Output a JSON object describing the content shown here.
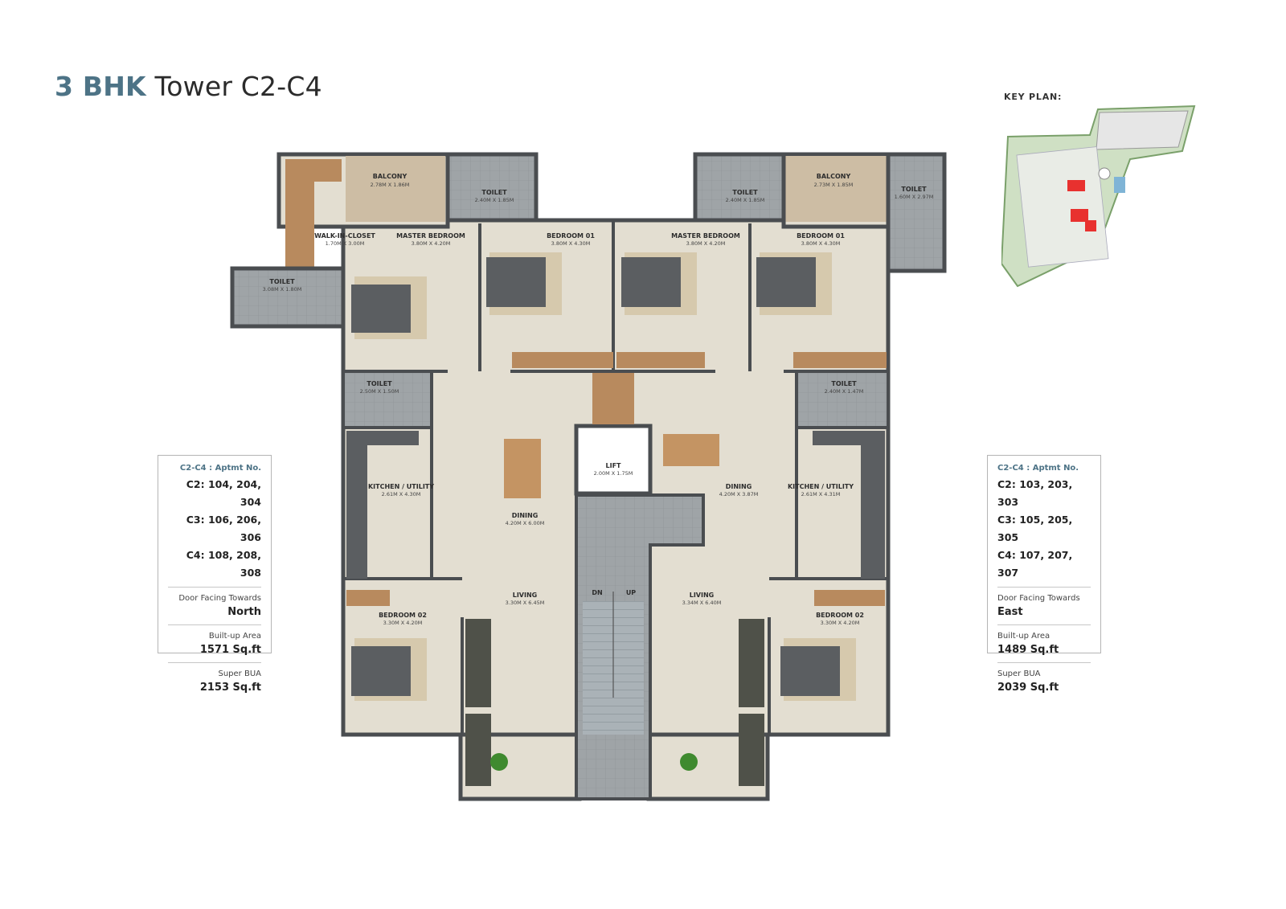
{
  "title": {
    "bold": "3 BHK",
    "rest": " Tower C2-C4"
  },
  "key_plan_label": "KEY PLAN:",
  "rooms": {
    "balcony_left": {
      "name": "BALCONY",
      "dim": "2.78M X 1.86M"
    },
    "toilet_top_left": {
      "name": "TOILET",
      "dim": "2.40M X 1.85M"
    },
    "toilet_top_right": {
      "name": "TOILET",
      "dim": "2.40M X 1.85M"
    },
    "balcony_right": {
      "name": "BALCONY",
      "dim": "2.73M X 1.85M"
    },
    "toilet_far_right": {
      "name": "TOILET",
      "dim": "1.60M X 2.97M"
    },
    "walk_in_closet": {
      "name": "WALK-IN-CLOSET",
      "dim": "1.70M X 3.00M"
    },
    "master_bedroom_left": {
      "name": "MASTER BEDROOM",
      "dim": "3.80M X 4.20M"
    },
    "bedroom01_left": {
      "name": "BEDROOM 01",
      "dim": "3.80M X 4.30M"
    },
    "master_bedroom_right": {
      "name": "MASTER BEDROOM",
      "dim": "3.80M X 4.20M"
    },
    "bedroom01_right": {
      "name": "BEDROOM 01",
      "dim": "3.80M X 4.30M"
    },
    "toilet_left_wing": {
      "name": "TOILET",
      "dim": "3.08M X 1.80M"
    },
    "toilet_mid_left": {
      "name": "TOILET",
      "dim": "2.50M X 1.50M"
    },
    "toilet_mid_right": {
      "name": "TOILET",
      "dim": "2.40M X 1.47M"
    },
    "kitchen_left": {
      "name": "KITCHEN / UTILITY",
      "dim": "2.61M X 4.30M"
    },
    "dining_left": {
      "name": "DINING",
      "dim": "4.20M X 6.00M"
    },
    "lift": {
      "name": "LIFT",
      "dim": "2.00M X 1.75M"
    },
    "dining_right": {
      "name": "DINING",
      "dim": "4.20M X 3.87M"
    },
    "kitchen_right": {
      "name": "KITCHEN / UTILITY",
      "dim": "2.61M X 4.31M"
    },
    "living_left": {
      "name": "LIVING",
      "dim": "3.30M X 6.45M"
    },
    "living_right": {
      "name": "LIVING",
      "dim": "3.34M X 6.40M"
    },
    "bedroom02_left": {
      "name": "BEDROOM 02",
      "dim": "3.30M X 4.20M"
    },
    "bedroom02_right": {
      "name": "BEDROOM 02",
      "dim": "3.30M X 4.20M"
    },
    "stair_dn": "DN",
    "stair_up": "UP"
  },
  "info_left": {
    "heading": "C2-C4 : Aptmt No.",
    "apts": [
      "C2: 104, 204, 304",
      "C3: 106, 206, 306",
      "C4: 108, 208, 308"
    ],
    "door_label": "Door Facing Towards",
    "door_value": "North",
    "bua_label": "Built-up Area",
    "bua_value": "1571 Sq.ft",
    "sbua_label": "Super BUA",
    "sbua_value": "2153 Sq.ft"
  },
  "info_right": {
    "heading": "C2-C4 : Aptmt No.",
    "apts": [
      "C2: 103, 203, 303",
      "C3: 105, 205, 305",
      "C4: 107, 207, 307"
    ],
    "door_label": "Door Facing Towards",
    "door_value": "East",
    "bua_label": "Built-up Area",
    "bua_value": "1489 Sq.ft",
    "sbua_label": "Super BUA",
    "sbua_value": "2039 Sq.ft"
  },
  "colors": {
    "title_accent": "#4d7386",
    "floor": "#e3ded1",
    "wall": "#4a4d50",
    "toilet_tile": "#a9adaf",
    "balcony": "#cdbda4",
    "wood": "#b88a5e",
    "stair": "#9aa4aa",
    "key_highlight": "#e8312f"
  }
}
